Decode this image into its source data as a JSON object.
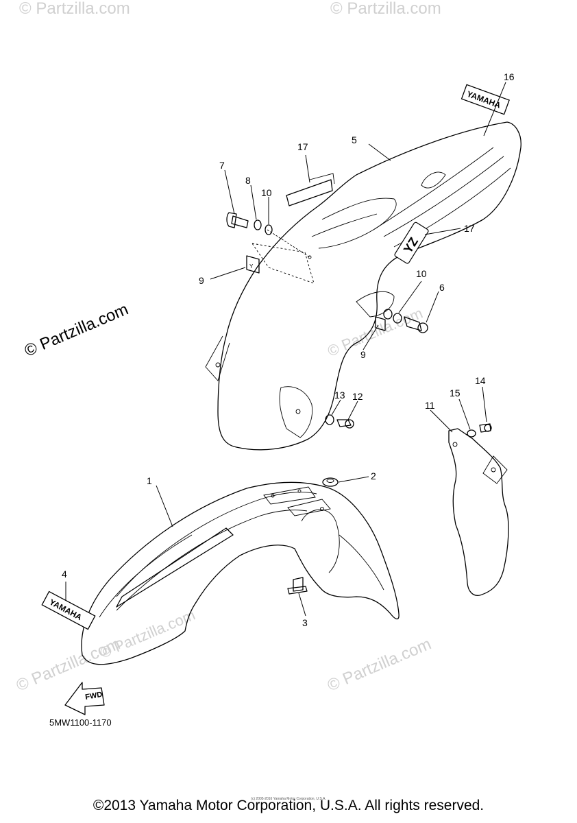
{
  "watermarks": {
    "side": "© Partzilla.com",
    "corner": "© Partzilla.com"
  },
  "callouts": [
    "1",
    "2",
    "3",
    "4",
    "5",
    "6",
    "7",
    "8",
    "9",
    "10",
    "11",
    "12",
    "13",
    "14",
    "15",
    "16",
    "17"
  ],
  "decals": {
    "front_fender": "YAMAHA",
    "rear_top": "YAMAHA",
    "rear_side": "YZ",
    "clip": "Y",
    "arrow": "FWD"
  },
  "diagram_code": "5MW1100-1170",
  "footer": {
    "copyright": "©2013 Yamaha Motor Corporation, U.S.A. All rights reserved.",
    "tiny": "(c) 2005-2016 Yamaha Motor Corporation, U.S.A."
  }
}
